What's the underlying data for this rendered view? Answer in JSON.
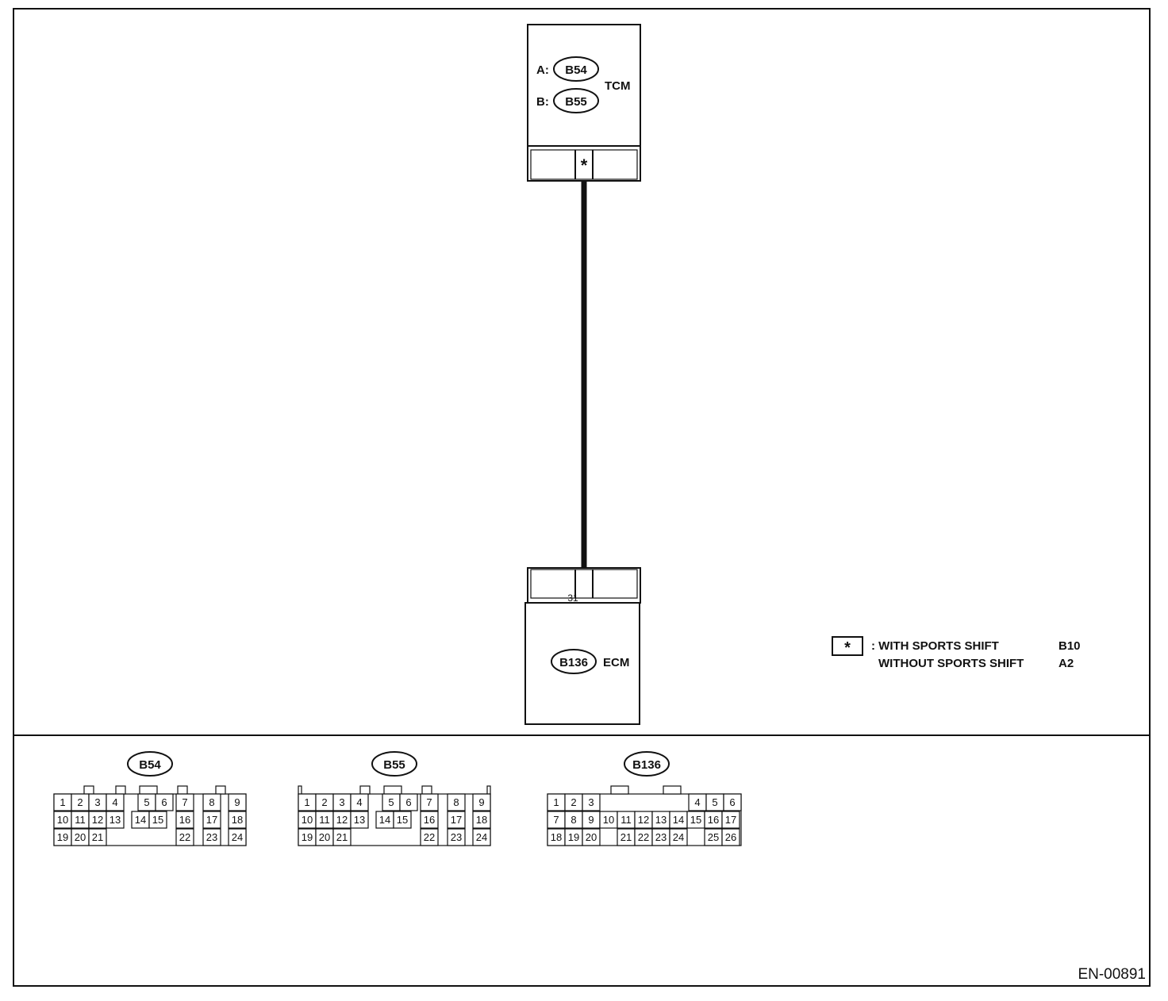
{
  "tcm": {
    "name": "TCM",
    "connectors": [
      {
        "prefix": "A:",
        "code": "B54"
      },
      {
        "prefix": "B:",
        "code": "B55"
      }
    ],
    "pin_mark": "*"
  },
  "ecm": {
    "name": "ECM",
    "connector": "B136",
    "pin_mark": "31"
  },
  "legend": {
    "symbol": "*",
    "rows": [
      {
        "label": ": WITH SPORTS SHIFT",
        "pin": "B10"
      },
      {
        "label": "WITHOUT SPORTS SHIFT",
        "pin": "A2"
      }
    ]
  },
  "connector_views": [
    {
      "code": "B54",
      "rows": [
        [
          "1",
          "2",
          "3",
          "4",
          "5",
          "6",
          "7",
          "8",
          "9"
        ],
        [
          "10",
          "11",
          "12",
          "13",
          "14",
          "15",
          "16",
          "17",
          "18"
        ],
        [
          "19",
          "20",
          "21",
          "22",
          "23",
          "24"
        ]
      ]
    },
    {
      "code": "B55",
      "rows": [
        [
          "1",
          "2",
          "3",
          "4",
          "5",
          "6",
          "7",
          "8",
          "9"
        ],
        [
          "10",
          "11",
          "12",
          "13",
          "14",
          "15",
          "16",
          "17",
          "18"
        ],
        [
          "19",
          "20",
          "21",
          "22",
          "23",
          "24"
        ]
      ]
    },
    {
      "code": "B136",
      "rows": [
        [
          "1",
          "2",
          "3",
          "4",
          "5",
          "6"
        ],
        [
          "7",
          "8",
          "9",
          "10",
          "11",
          "12",
          "13",
          "14",
          "15",
          "16",
          "17"
        ],
        [
          "18",
          "19",
          "20",
          "21",
          "22",
          "23",
          "24",
          "25",
          "26"
        ]
      ]
    }
  ],
  "figure_id": "EN-00891"
}
